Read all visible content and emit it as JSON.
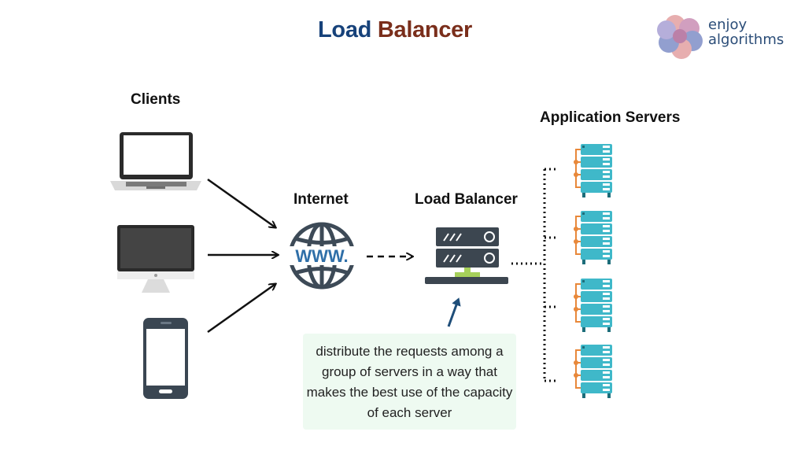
{
  "title": {
    "part1": "Load",
    "part2": "Balancer",
    "color1": "#17427a",
    "color2": "#7a2e1b"
  },
  "logo": {
    "line1": "enjoy",
    "line2": "algorithms",
    "icon": "flower-logo-icon"
  },
  "labels": {
    "clients": "Clients",
    "internet": "Internet",
    "load_balancer": "Load Balancer",
    "app_servers": "Application Servers"
  },
  "internet_icon_text": "WWW.",
  "note": "distribute the requests among a group of servers in a way that makes the best use of the capacity of each server",
  "colors": {
    "server": "#3fb8c9",
    "server_dark": "#1d6d7a",
    "connector": "#e8883a",
    "lb_body": "#3c4650",
    "lb_stand": "#a6d05a",
    "arrow": "#1f4e79"
  }
}
